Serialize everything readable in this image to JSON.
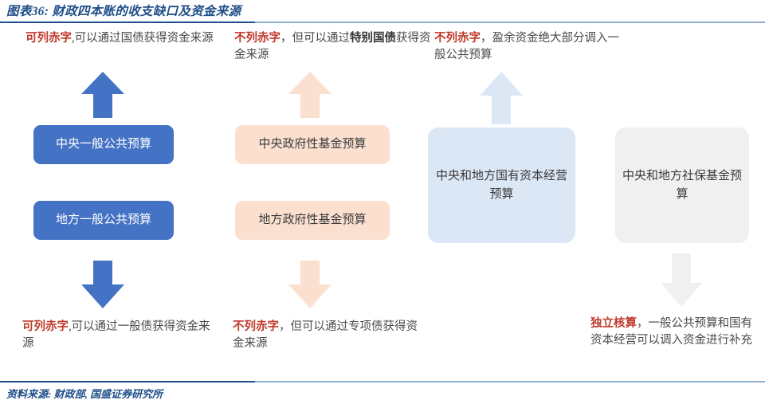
{
  "header": {
    "title": "图表36: 财政四本账的收支缺口及资金来源"
  },
  "footer": {
    "source": "资料来源: 财政部, 国盛证券研究所"
  },
  "colors": {
    "title_navy": "#1F4E88",
    "rule_light_blue": "#8FAFD0",
    "highlight_red": "#C0392B",
    "box_blue": "#4472C4",
    "box_peach": "#FBE0D0",
    "box_light_blue": "#DCE7F6",
    "box_gray": "#F0F0F0",
    "arrow_blue": "#4472C4",
    "arrow_peach": "#FBE0D0",
    "arrow_light_blue": "#DCE7F6",
    "arrow_gray": "#F0F0F0",
    "body_text": "#4A4A4A"
  },
  "diagram": {
    "columns": [
      {
        "id": "general-public-budget",
        "top_note": {
          "highlight": "可列赤字",
          "rest": ",可以通过国债获得资金来源"
        },
        "top_arrow": {
          "direction": "up",
          "style": "blue"
        },
        "boxes": [
          {
            "id": "central-general-public-budget",
            "label": "中央一般公共预算",
            "style": "blue"
          },
          {
            "id": "local-general-public-budget",
            "label": "地方一般公共预算",
            "style": "blue"
          }
        ],
        "bottom_arrow": {
          "direction": "down",
          "style": "blue"
        },
        "bottom_note": {
          "highlight": "可列赤字",
          "rest": ",可以通过一般债获得资金来源"
        }
      },
      {
        "id": "government-fund-budget",
        "top_note": {
          "highlight": "不列赤字",
          "rest_a": "，但可以通过",
          "strong": "特别国债",
          "rest_b": "获得资金来源"
        },
        "top_arrow": {
          "direction": "up",
          "style": "peach"
        },
        "boxes": [
          {
            "id": "central-government-fund-budget",
            "label": "中央政府性基金预算",
            "style": "peach"
          },
          {
            "id": "local-government-fund-budget",
            "label": "地方政府性基金预算",
            "style": "peach"
          }
        ],
        "bottom_arrow": {
          "direction": "down",
          "style": "peach"
        },
        "bottom_note": {
          "highlight": "不列赤字",
          "rest": "，但可以通过专项债获得资金来源"
        }
      },
      {
        "id": "state-capital-operation-budget",
        "top_note": {
          "highlight": "不列赤字",
          "rest": "，盈余资金绝大部分调入一般公共预算"
        },
        "top_arrow": {
          "direction": "up",
          "style": "light-blue"
        },
        "boxes": [
          {
            "id": "central-local-state-capital-operation-budget",
            "label": "中央和地方国有资本经营预算",
            "style": "light-blue"
          }
        ],
        "bottom_arrow": null,
        "bottom_note": null
      },
      {
        "id": "social-security-fund-budget",
        "top_note": null,
        "top_arrow": null,
        "boxes": [
          {
            "id": "central-local-social-security-fund-budget",
            "label": "中央和地方社保基金预算",
            "style": "gray"
          }
        ],
        "bottom_arrow": {
          "direction": "down",
          "style": "gray"
        },
        "bottom_note": {
          "highlight": "独立核算",
          "rest": "，一般公共预算和国有资本经营可以调入资金进行补充"
        }
      }
    ]
  }
}
